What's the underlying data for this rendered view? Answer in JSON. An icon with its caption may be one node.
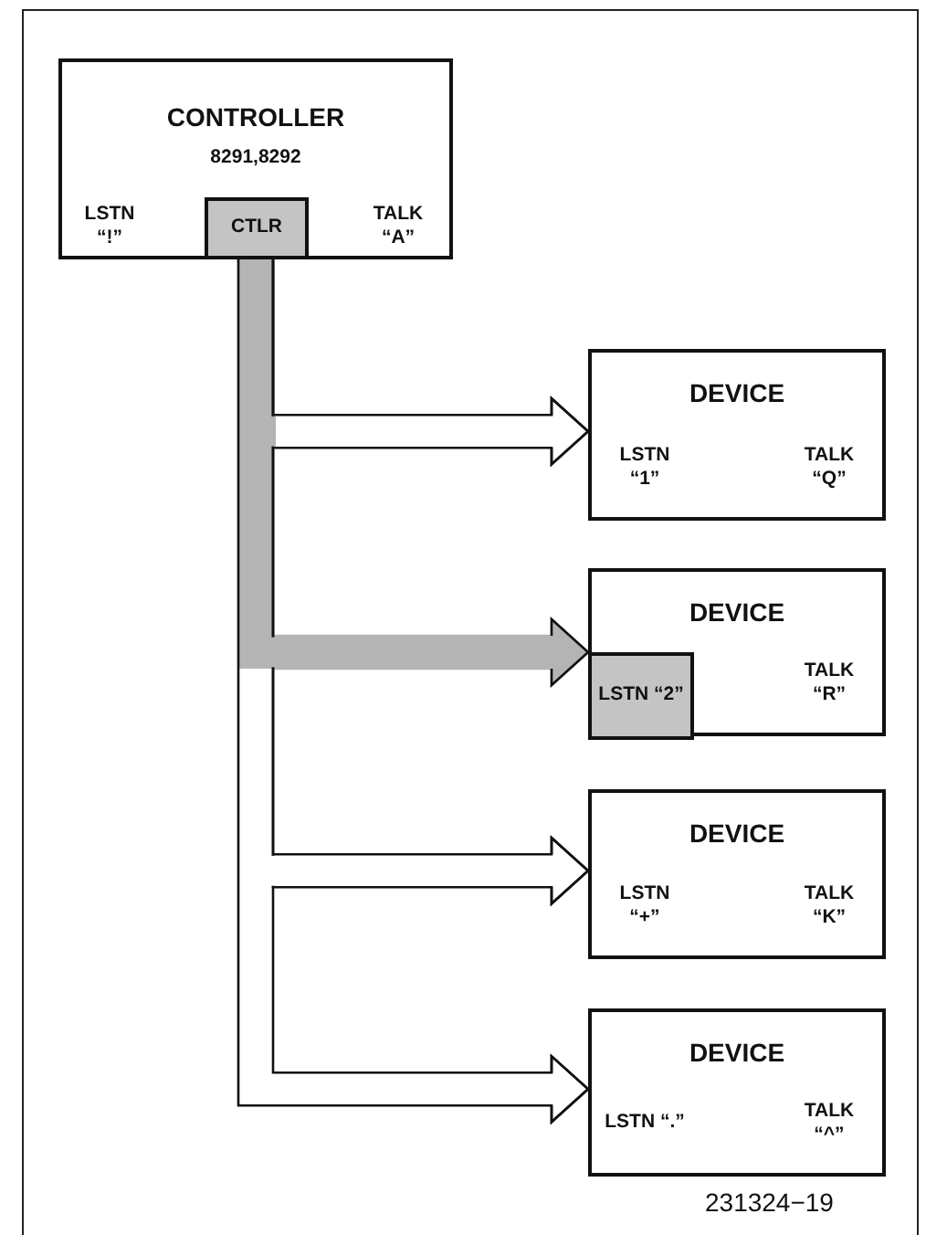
{
  "diagram": {
    "nodes": [
      {
        "text": [
          "CONTROLLER",
          "8291,8292"
        ]
      },
      {
        "text": [
          "LSTN “!”"
        ],
        "in": 0
      },
      {
        "text": [
          "CTLR"
        ],
        "in": 0
      },
      {
        "text": [
          "TALK “A”"
        ],
        "in": 0
      },
      {
        "text": [
          "DEVICE"
        ]
      },
      {
        "text": [
          "LSTN “1”"
        ],
        "in": 4
      },
      {
        "text": [
          "TALK “Q”"
        ],
        "in": 4
      },
      {
        "text": [
          "DEVICE"
        ]
      },
      {
        "text": [
          "LSTN “2”"
        ],
        "in": 7
      },
      {
        "text": [
          "TALK “R”"
        ],
        "in": 7
      },
      {
        "text": [
          "DEVICE"
        ]
      },
      {
        "text": [
          "LSTN “+”"
        ],
        "in": 10
      },
      {
        "text": [
          "TALK “K”"
        ],
        "in": 10
      },
      {
        "text": [
          "DEVICE"
        ]
      },
      {
        "text": [
          "LSTN “.”"
        ],
        "in": 13
      },
      {
        "text": [
          "TALK “^”"
        ],
        "in": 13
      }
    ],
    "edges": [
      {
        "from": 2,
        "to": 4,
        "arrow": "to"
      },
      {
        "from": 2,
        "to": 8,
        "arrow": "to",
        "color": "#b4b4b4"
      },
      {
        "from": 2,
        "to": 10,
        "arrow": "to"
      },
      {
        "from": 2,
        "to": 13,
        "arrow": "to"
      }
    ],
    "labels": [
      "231324−19"
    ]
  }
}
